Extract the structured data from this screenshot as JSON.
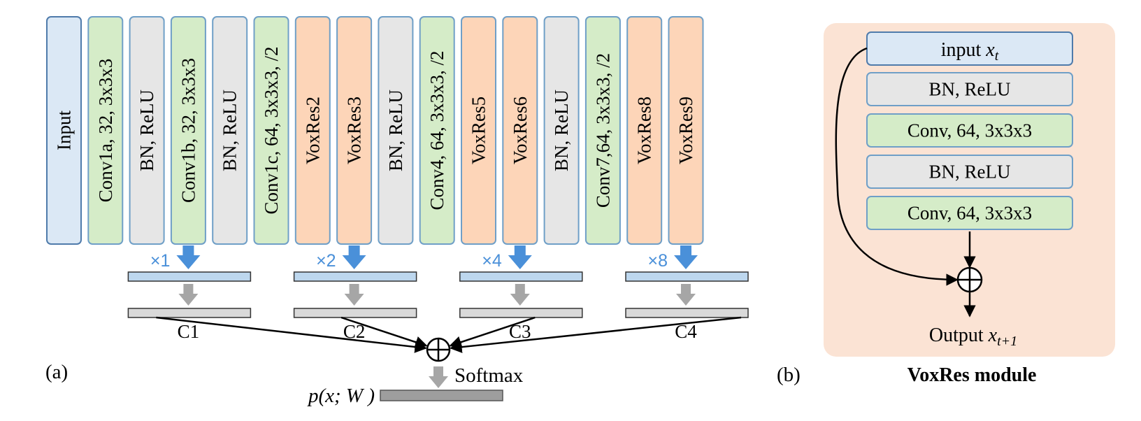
{
  "panel_a": {
    "label": "(a)",
    "layers": [
      {
        "text": "Input",
        "kind": "input"
      },
      {
        "text": "Conv1a, 32, 3x3x3",
        "kind": "conv"
      },
      {
        "text": "BN, ReLU",
        "kind": "bn"
      },
      {
        "text": "Conv1b, 32, 3x3x3",
        "kind": "conv"
      },
      {
        "text": "BN, ReLU",
        "kind": "bn"
      },
      {
        "text": "Conv1c, 64, 3x3x3, /2",
        "kind": "conv"
      },
      {
        "text": "VoxRes2",
        "kind": "voxres"
      },
      {
        "text": "VoxRes3",
        "kind": "voxres"
      },
      {
        "text": "BN, ReLU",
        "kind": "bn"
      },
      {
        "text": "Conv4, 64, 3x3x3, /2",
        "kind": "conv"
      },
      {
        "text": "VoxRes5",
        "kind": "voxres"
      },
      {
        "text": "VoxRes6",
        "kind": "voxres"
      },
      {
        "text": "BN, ReLU",
        "kind": "bn"
      },
      {
        "text": "Conv7,64, 3x3x3, /2",
        "kind": "conv"
      },
      {
        "text": "VoxRes8",
        "kind": "voxres"
      },
      {
        "text": "VoxRes9",
        "kind": "voxres"
      }
    ],
    "branches": [
      {
        "multiplier": "×1",
        "source_layer": 3,
        "label": "C1"
      },
      {
        "multiplier": "×2",
        "source_layer": 7,
        "label": "C2"
      },
      {
        "multiplier": "×4",
        "source_layer": 11,
        "label": "C3"
      },
      {
        "multiplier": "×8",
        "source_layer": 15,
        "label": "C4"
      }
    ],
    "softmax_label": "Softmax",
    "output_label": "p(x; W )"
  },
  "panel_b": {
    "label": "(b)",
    "title": "VoxRes module",
    "input_text": "input ",
    "input_var": "x",
    "input_sub": "t",
    "layers": [
      {
        "text": "BN, ReLU",
        "kind": "bn"
      },
      {
        "text": "Conv, 64, 3x3x3",
        "kind": "conv"
      },
      {
        "text": "BN, ReLU",
        "kind": "bn"
      },
      {
        "text": "Conv, 64, 3x3x3",
        "kind": "conv"
      }
    ],
    "output_text": "Output ",
    "output_var": "x",
    "output_sub": "t+1"
  },
  "colors": {
    "input_fill": "#dbe8f5",
    "input_stroke": "#4f7bab",
    "conv_fill": "#d5ecc8",
    "conv_stroke": "#6f9fc7",
    "bn_fill": "#e6e6e6",
    "bn_stroke": "#6f9fc7",
    "voxres_fill": "#fdd5b8",
    "voxres_stroke": "#6f9fc7",
    "accent_blue": "#4a90d9",
    "bar_blue_fill": "#bdd7ee",
    "bar_gray_fill": "#d9d9d9",
    "arrow_gray": "#a6a6a6",
    "output_bar": "#9e9e9e",
    "module_bg": "#fbe3d4"
  }
}
